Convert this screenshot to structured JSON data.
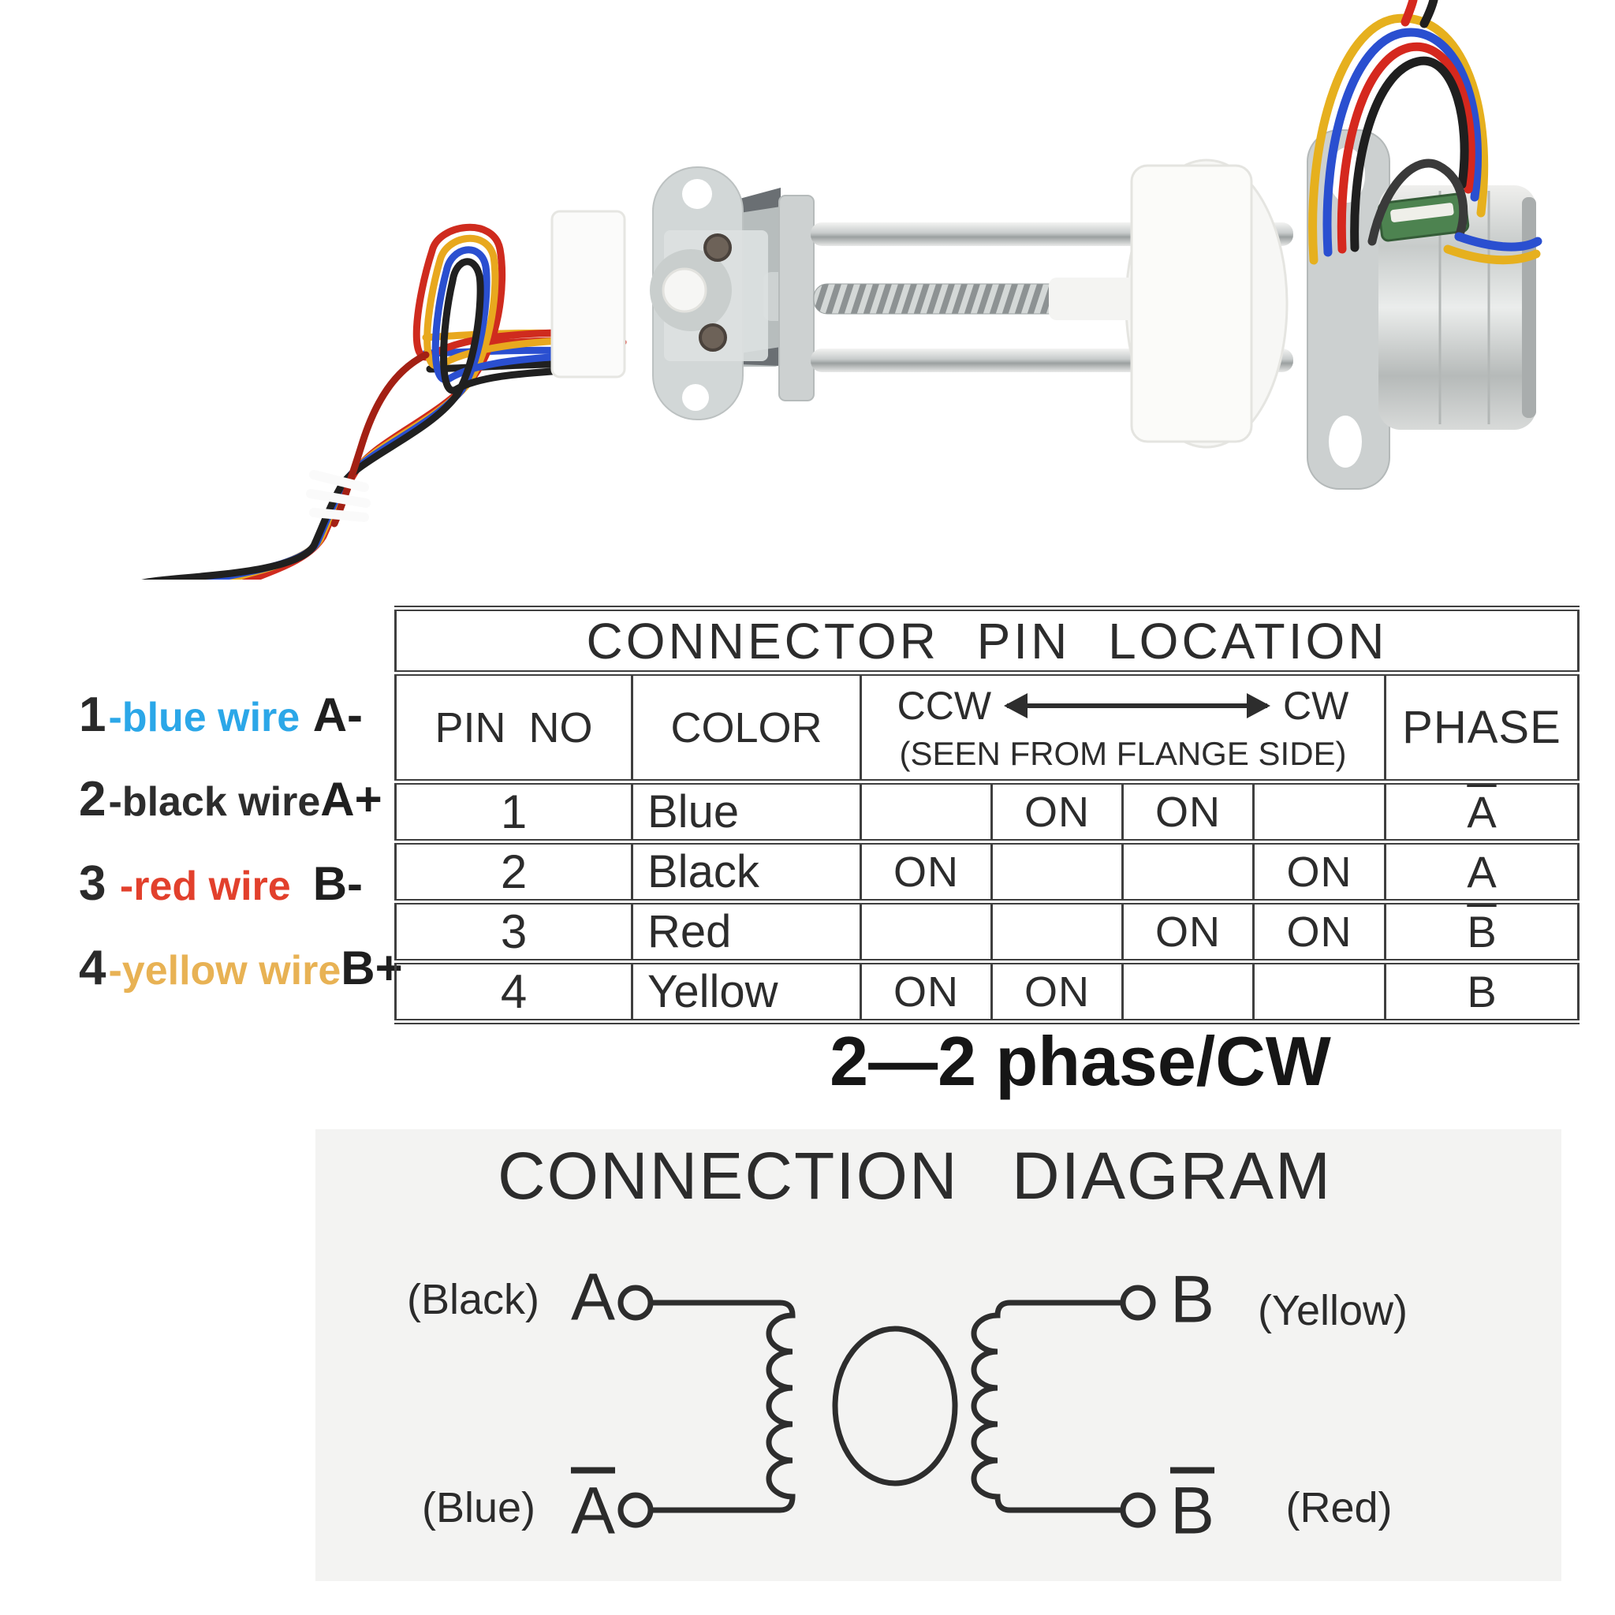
{
  "legend": {
    "items": [
      {
        "num": "1",
        "wire": "-blue wire",
        "suffix": "A-",
        "color": "#2ba7e8"
      },
      {
        "num": "2",
        "wire": "-black wire",
        "suffix": "A+",
        "color": "#2d2d2d"
      },
      {
        "num": "3",
        "wire": " -red wire",
        "suffix": "B-",
        "color": "#e2402c"
      },
      {
        "num": "4",
        "wire": "-yellow wire",
        "suffix": "B+",
        "color": "#e8b254"
      }
    ]
  },
  "table": {
    "title": "CONNECTOR PIN LOCATION",
    "headers": {
      "pin": "PIN NO",
      "color": "COLOR",
      "ccw": "CCW",
      "cw": "CW",
      "seen": "(SEEN FROM FLANGE SIDE)",
      "phase": "PHASE"
    },
    "rows": [
      {
        "pin": "1",
        "color": "Blue",
        "states": [
          "",
          "ON",
          "ON",
          ""
        ],
        "phase": "A",
        "phase_bar": true
      },
      {
        "pin": "2",
        "color": "Black",
        "states": [
          "ON",
          "",
          "",
          "ON"
        ],
        "phase": "A",
        "phase_bar": false
      },
      {
        "pin": "3",
        "color": "Red",
        "states": [
          "",
          "",
          "ON",
          "ON"
        ],
        "phase": "B",
        "phase_bar": true
      },
      {
        "pin": "4",
        "color": "Yellow",
        "states": [
          "ON",
          "ON",
          "",
          ""
        ],
        "phase": "B",
        "phase_bar": false
      }
    ]
  },
  "phase_note": "2—2 phase/CW",
  "diagram": {
    "title": "CONNECTION DIAGRAM",
    "labels": {
      "a": {
        "paren": "(Black)",
        "letter": "A",
        "bar": false
      },
      "abar": {
        "paren": "(Blue)",
        "letter": "A",
        "bar": true
      },
      "b": {
        "paren": "(Yellow)",
        "letter": "B",
        "bar": false
      },
      "bbar": {
        "paren": "(Red)",
        "letter": "B",
        "bar": true
      }
    }
  }
}
